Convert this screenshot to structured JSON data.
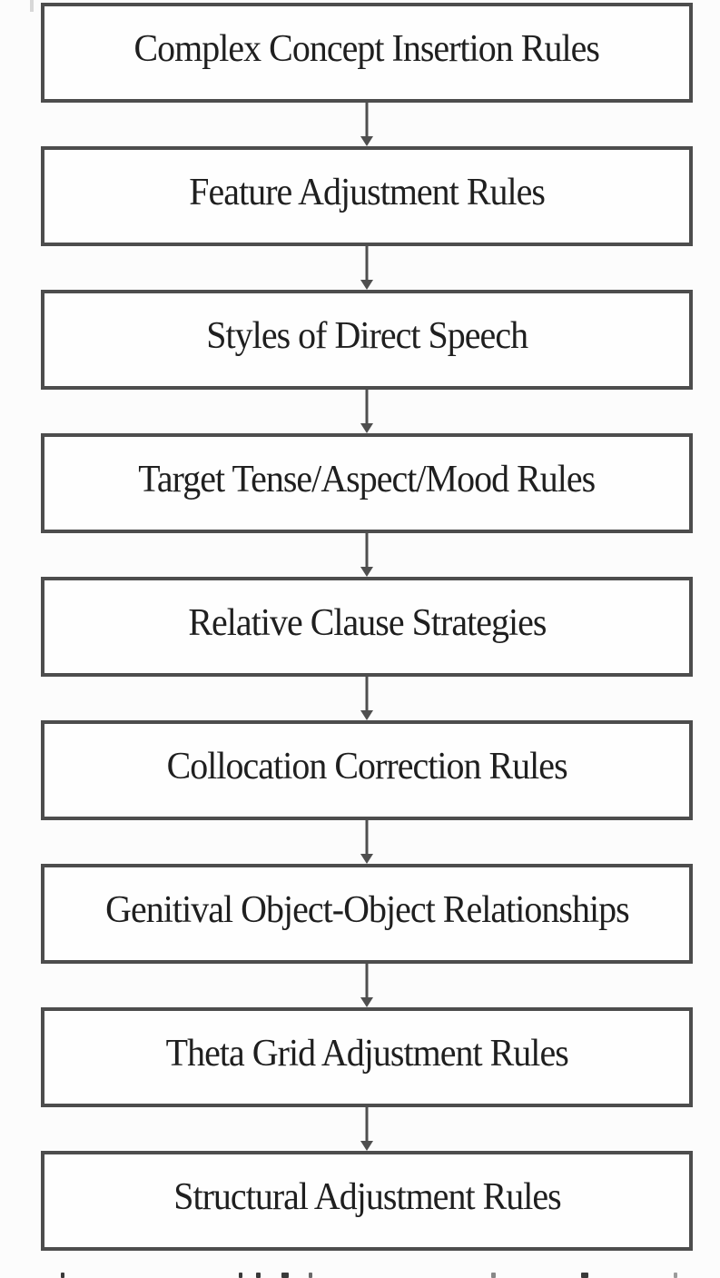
{
  "figure": {
    "type": "flowchart",
    "direction": "top-to-bottom",
    "nodes": [
      {
        "label": "Complex Concept Insertion Rules"
      },
      {
        "label": "Feature Adjustment Rules"
      },
      {
        "label": "Styles of Direct Speech"
      },
      {
        "label": "Target Tense/Aspect/Mood Rules"
      },
      {
        "label": "Relative Clause Strategies"
      },
      {
        "label": "Collocation Correction Rules"
      },
      {
        "label": "Genitival Object-Object Relationships"
      },
      {
        "label": "Theta Grid Adjustment Rules"
      },
      {
        "label": "Structural Adjustment Rules"
      }
    ],
    "connector_icon": "down-arrow",
    "colors": {
      "background": "#fcfcfc",
      "box_fill": "#fefefe",
      "box_border": "#4d4d4d",
      "arrow": "#4f4f4f",
      "text": "#1f1f1f"
    }
  }
}
